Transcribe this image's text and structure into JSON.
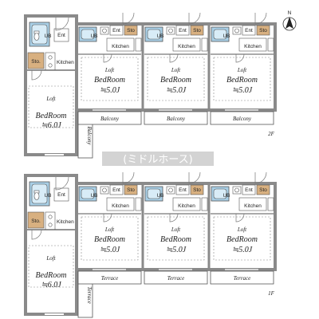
{
  "compass_label": "N",
  "watermark": "(ミドルホース)",
  "floors": [
    {
      "id": "2F",
      "label": "2F",
      "left_unit": {
        "ub": "UB",
        "ent": "Ent",
        "sto": "Sto.",
        "kitchen": "Kitchen",
        "loft": "Loft",
        "bedroom": "BedRoom",
        "size": "≒6.0J",
        "outdoor": "Balcony"
      },
      "units": [
        {
          "ub": "UB",
          "ent": "Ent",
          "sto": "Sto",
          "kitchen": "Kitchen",
          "loft": "Loft",
          "bedroom": "BedRoom",
          "size": "≒5.0J",
          "outdoor": "Balcony"
        },
        {
          "ub": "UB",
          "ent": "Ent",
          "sto": "Sto",
          "kitchen": "Kitchen",
          "loft": "Loft",
          "bedroom": "BedRoom",
          "size": "≒5.0J",
          "outdoor": "Balcony"
        },
        {
          "ub": "UB",
          "ent": "Ent",
          "sto": "Sto",
          "kitchen": "Kitchen",
          "loft": "Loft",
          "bedroom": "BedRoom",
          "size": "≒5.0J",
          "outdoor": "Balcony"
        }
      ]
    },
    {
      "id": "1F",
      "label": "1F",
      "left_unit": {
        "ub": "UB",
        "ent": "Ent",
        "sto": "Sto.",
        "kitchen": "Kitchen",
        "loft": "Loft",
        "bedroom": "BedRoom",
        "size": "≒6.0J",
        "outdoor": "Terrace"
      },
      "units": [
        {
          "ub": "UB",
          "ent": "Ent",
          "sto": "Sto",
          "kitchen": "Kitchen",
          "loft": "Loft",
          "bedroom": "BedRoom",
          "size": "≒5.0J",
          "outdoor": "Terrace"
        },
        {
          "ub": "UB",
          "ent": "Ent",
          "sto": "Sto",
          "kitchen": "Kitchen",
          "loft": "Loft",
          "bedroom": "BedRoom",
          "size": "≒5.0J",
          "outdoor": "Terrace"
        },
        {
          "ub": "UB",
          "ent": "Ent",
          "sto": "Sto",
          "kitchen": "Kitchen",
          "loft": "Loft",
          "bedroom": "BedRoom",
          "size": "≒5.0J",
          "outdoor": "Terrace"
        }
      ]
    }
  ],
  "colors": {
    "wall": "#8a8a8a",
    "bath": "#a8cfe6",
    "storage": "#d8b080",
    "line": "#555555",
    "watermark_bg": "#c8c8c8"
  }
}
